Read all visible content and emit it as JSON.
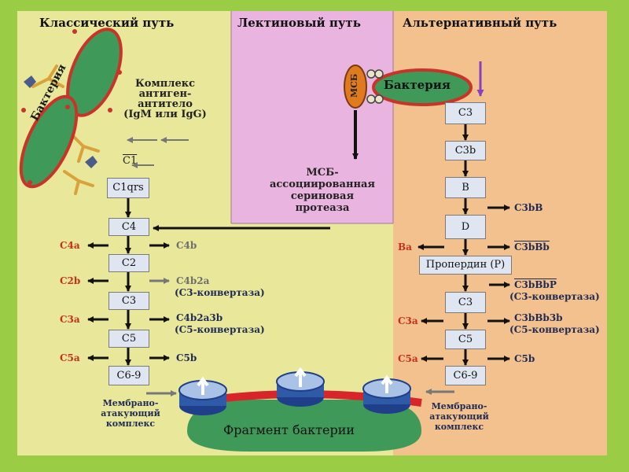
{
  "headers": {
    "classical": "Классический путь",
    "lectin": "Лектиновый путь",
    "alternative": "Альтернативный путь"
  },
  "classical": {
    "complex_line1": "Комплекс",
    "complex_line2": "антиген-",
    "complex_line3": "антитело",
    "complex_line4": "(IgM или IgG)",
    "c1": "C1",
    "c1qrs": "C1qrs",
    "c4": "C4",
    "c2": "C2",
    "c3": "C3",
    "c5": "C5",
    "c69": "C6-9",
    "c4a": "C4a",
    "c4b": "C4b",
    "c2b": "C2b",
    "c4b2a": "C4b2a",
    "c3conv": "(C3-конвертаза)",
    "c3a": "C3a",
    "c4b2a3b": "C4b2a3b",
    "c5conv": "(C5-конвертаза)",
    "c5a": "C5a",
    "c5b": "C5b",
    "mac_line1": "Мембрано-",
    "mac_line2": "атакующий",
    "mac_line3": "комплекс",
    "bacteria": "Бактерия"
  },
  "lectin": {
    "msb": "МСБ",
    "protease_line1": "МСБ-",
    "protease_line2": "ассоциированная",
    "protease_line3": "сериновая",
    "protease_line4": "протеаза"
  },
  "alternative": {
    "bacteria": "Бактерия",
    "c3": "C3",
    "c3b": "C3b",
    "b": "B",
    "d": "D",
    "properdin": "Пропердин (P)",
    "c3_2": "C3",
    "c5": "C5",
    "c69": "C6-9",
    "c3bb_top": "C3bB",
    "ba": "Ba",
    "c3bbb": "C3bBb",
    "c3bbbp": "C3bBbP",
    "c3conv": "(C3-конвертаза)",
    "c3a": "C3a",
    "c3bbb3b": "C3bBb3b",
    "c5conv": "(C5-конвертаза)",
    "c5a": "C5a",
    "c5b": "C5b",
    "mac_line1": "Мембрано-",
    "mac_line2": "атакующий",
    "mac_line3": "комплекс"
  },
  "fragment": "Фрагмент бактерии",
  "colors": {
    "page_bg": "#9acd45",
    "classical_bg": "#e9e79a",
    "lectin_bg": "#e9b4df",
    "alternative_bg": "#f2c18d",
    "bacteria_fill": "#3f9a5a",
    "bacteria_border": "#c8342a",
    "box_fill": "#dfe6f2",
    "label_red": "#c5301a",
    "label_navy": "#1f2a55",
    "label_gray": "#6d6d6d"
  }
}
